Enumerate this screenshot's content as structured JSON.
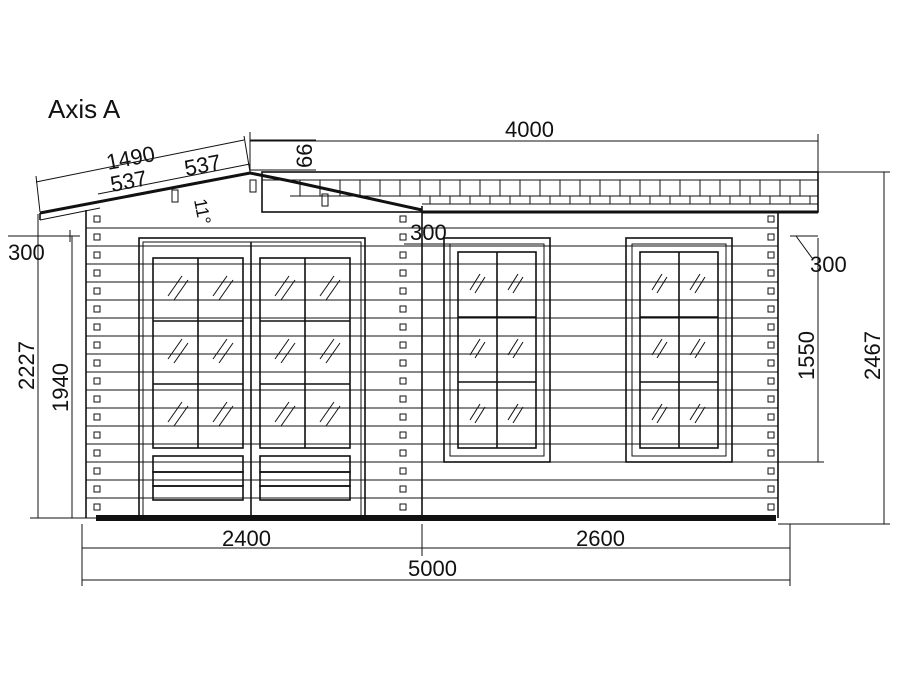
{
  "title": "Axis A",
  "dimensions": {
    "roof_slope_length": "1490",
    "rafter_left": "537",
    "rafter_right": "537",
    "ridge_offset": "66",
    "roof_angle": "11°",
    "right_roof_width": "4000",
    "overhang_left": "300",
    "overhang_mid": "300",
    "overhang_right": "300",
    "height_total_left": "2227",
    "wall_height_left": "1940",
    "window_height": "1550",
    "height_total_right": "2467",
    "width_left": "2400",
    "width_right": "2600",
    "width_total": "5000"
  },
  "elements": {
    "door_pair": {
      "leaves": 2,
      "panes_per_leaf": 6,
      "panels_per_leaf": 2
    },
    "windows": [
      {
        "panes": 6
      },
      {
        "panes": 6
      }
    ]
  }
}
